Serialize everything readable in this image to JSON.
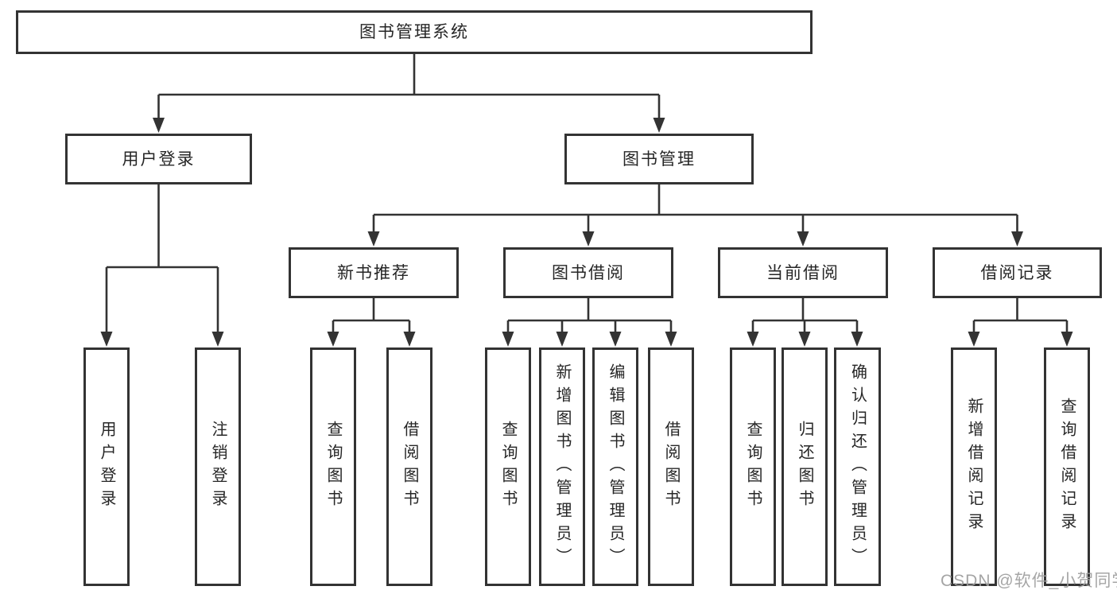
{
  "diagram": {
    "root": {
      "label": "图书管理系统"
    },
    "level2": [
      {
        "label": "用户登录"
      },
      {
        "label": "图书管理"
      }
    ],
    "level3": [
      {
        "label": "新书推荐"
      },
      {
        "label": "图书借阅"
      },
      {
        "label": "当前借阅"
      },
      {
        "label": "借阅记录"
      }
    ],
    "leaves": [
      {
        "label": "用户登录"
      },
      {
        "label": "注销登录"
      },
      {
        "label": "查询图书"
      },
      {
        "label": "借阅图书"
      },
      {
        "label": "查询图书"
      },
      {
        "label": "新增图书（管理员）"
      },
      {
        "label": "编辑图书（管理员）"
      },
      {
        "label": "借阅图书"
      },
      {
        "label": "查询图书"
      },
      {
        "label": "归还图书"
      },
      {
        "label": "确认归还（管理员）"
      },
      {
        "label": "新增借阅记录"
      },
      {
        "label": "查询借阅记录"
      }
    ],
    "watermark": "CSDN @软件_小贺同学",
    "colors": {
      "line": "#333333",
      "text": "#262626",
      "watermark": "#9e9e9e",
      "background": "#ffffff"
    }
  }
}
